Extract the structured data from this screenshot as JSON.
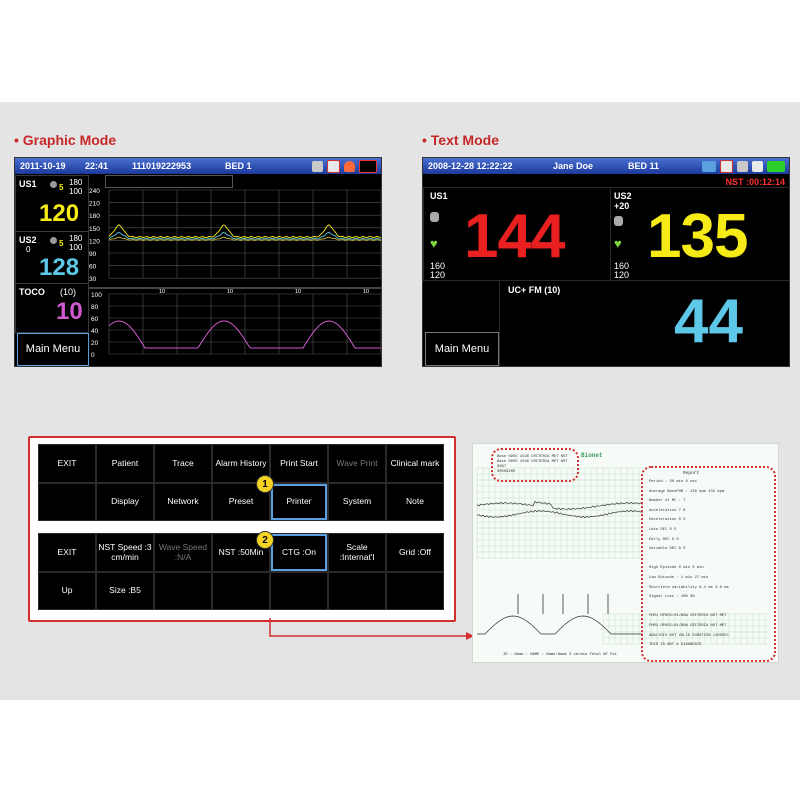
{
  "sections": {
    "graphic_title": "Graphic Mode",
    "text_title": "Text Mode"
  },
  "graphic": {
    "date": "2011-10-19",
    "time": "22:41",
    "patient_id": "111019222953",
    "bed": "BED 1",
    "us1": {
      "label": "US1",
      "alarm_high": "180",
      "alarm_low": "100",
      "level": "5",
      "value": "120",
      "color": "#f6eb16"
    },
    "us2": {
      "label": "US2",
      "offset": "0",
      "alarm_high": "180",
      "alarm_low": "100",
      "level": "5",
      "value": "128",
      "color": "#5ec8e8"
    },
    "toco": {
      "label": "TOCO",
      "scale": "(10)",
      "value": "10",
      "color": "#d05ad0"
    },
    "fhr_axis": [
      "240",
      "210",
      "180",
      "150",
      "120",
      "90",
      "60",
      "30"
    ],
    "uc_axis": [
      "100",
      "80",
      "60",
      "40",
      "20",
      "0"
    ],
    "uc_marks": [
      "10",
      "10",
      "10",
      "10"
    ],
    "menu_button": "Main Menu",
    "fhr_low_color": "#c8b832"
  },
  "text": {
    "datetime": "2008-12-28 12:22:22",
    "patient": "Jane Doe",
    "bed": "BED 11",
    "nst_timer": "NST :00:12:14",
    "us1": {
      "label": "US1",
      "alarm_high": "160",
      "alarm_low": "120",
      "value": "144",
      "color": "#e82020"
    },
    "us2": {
      "label": "US2",
      "offset": "+20",
      "alarm_high": "160",
      "alarm_low": "120",
      "value": "135",
      "color": "#f6eb16"
    },
    "uc": {
      "label": "UC+ FM (10)",
      "value": "44",
      "color": "#5ec8e8"
    },
    "menu_button": "Main Menu"
  },
  "menu1": {
    "row1": [
      {
        "label": "EXIT"
      },
      {
        "label": "Patient"
      },
      {
        "label": "Trace"
      },
      {
        "label": "Alarm History"
      },
      {
        "label": "Print Start"
      },
      {
        "label": "Wave Print",
        "dim": true
      },
      {
        "label": "Clinical mark"
      }
    ],
    "row2": [
      {
        "label": ""
      },
      {
        "label": "Display"
      },
      {
        "label": "Network"
      },
      {
        "label": "Preset"
      },
      {
        "label": "Printer",
        "sel": true
      },
      {
        "label": "System"
      },
      {
        "label": "Note"
      }
    ],
    "badge": "1"
  },
  "menu2": {
    "row1": [
      {
        "label": "EXIT"
      },
      {
        "label": "NST Speed :3 cm/min"
      },
      {
        "label": "Wave Speed :N/A",
        "dim": true
      },
      {
        "label": "NST :50Min"
      },
      {
        "label": "CTG :On",
        "sel": true
      },
      {
        "label": "Scale :Internat'l"
      },
      {
        "label": "Grid :Off"
      }
    ],
    "row2": [
      {
        "label": "Up"
      },
      {
        "label": "Size :B5"
      },
      {
        "label": ""
      },
      {
        "label": ""
      },
      {
        "label": ""
      },
      {
        "label": ""
      },
      {
        "label": ""
      }
    ],
    "badge": "2"
  },
  "printout": {
    "header_lines": [
      "Base 0955 1536 CRITERIA MET NST",
      "Base 0955 1536 CRITERIA MET NST",
      "    0087",
      "   00009200"
    ],
    "logo": "Bionet",
    "report_title": "Report",
    "report_lines": [
      "Period :           30 min  0 sec",
      "Average BaseFHR :    138 bpm     433 bpm",
      "Number of MC :        7",
      "Acceleration          7        6",
      "Deceleration          0        5",
      "   Late DEC           0        5",
      "   Early DEC          0        0",
      "   Variable DEC       0        0",
      "",
      "High Episode           0 min   0 min",
      "Low Episode :          1 min   27 min",
      "Shortterm variability  8.4 ms  3.6 ms",
      "Signal Loss :          10%     3%",
      "",
      "FHR1 DP955/01/BGW CRITERIA NOT MET",
      "FHR2 DP955/01/BGW CRITERIA NOT MET",
      "ANALYSIS NOT VALID DURATION 1400SEC",
      "THIS IS NOT A DIAGNOSIS"
    ],
    "footer": "ID :  Name :  NAME :  Name:Name  3 cm/min  Fetal NF  Fet"
  },
  "colors": {
    "accent_red": "#d32f2f",
    "selected_blue": "#5aa0e0",
    "menu_badge": "#f6d323"
  }
}
